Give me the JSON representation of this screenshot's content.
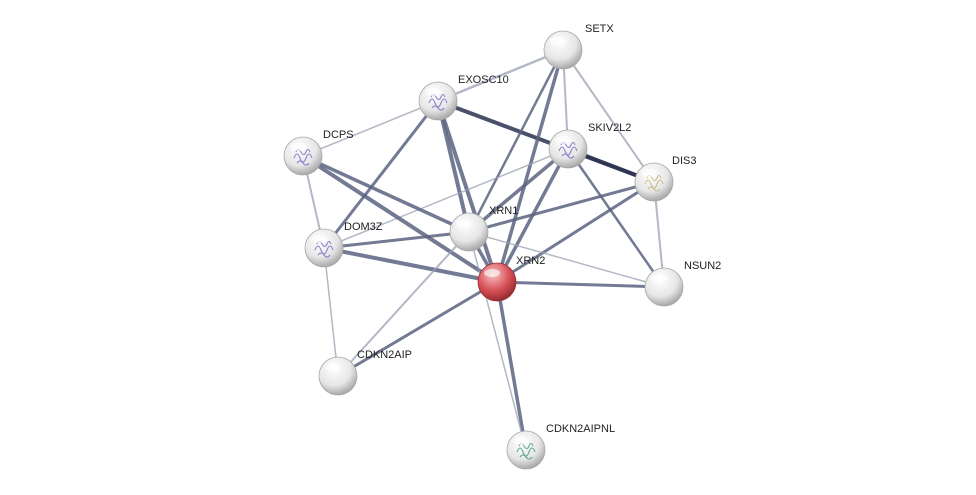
{
  "network": {
    "nodes": [
      {
        "id": "SETX",
        "label": "SETX",
        "query": false,
        "structure": false
      },
      {
        "id": "EXOSC10",
        "label": "EXOSC10",
        "query": false,
        "structure": true
      },
      {
        "id": "DCPS",
        "label": "DCPS",
        "query": false,
        "structure": true
      },
      {
        "id": "SKIV2L2",
        "label": "SKIV2L2",
        "query": false,
        "structure": true
      },
      {
        "id": "DIS3",
        "label": "DIS3",
        "query": false,
        "structure": true
      },
      {
        "id": "XRN1",
        "label": "XRN1",
        "query": false,
        "structure": false
      },
      {
        "id": "DOM3Z",
        "label": "DOM3Z",
        "query": false,
        "structure": true
      },
      {
        "id": "XRN2",
        "label": "XRN2",
        "query": true,
        "structure": false
      },
      {
        "id": "NSUN2",
        "label": "NSUN2",
        "query": false,
        "structure": false
      },
      {
        "id": "CDKN2AIP",
        "label": "CDKN2AIP",
        "query": false,
        "structure": false
      },
      {
        "id": "CDKN2AIPNL",
        "label": "CDKN2AIPNL",
        "query": false,
        "structure": true
      }
    ],
    "colors": {
      "query_node": "#d9545a",
      "node": "#e8e8e8",
      "edge": "#5a6380",
      "edge_strong": "#2a3150",
      "edge_weak": "#9aa0b4"
    }
  }
}
